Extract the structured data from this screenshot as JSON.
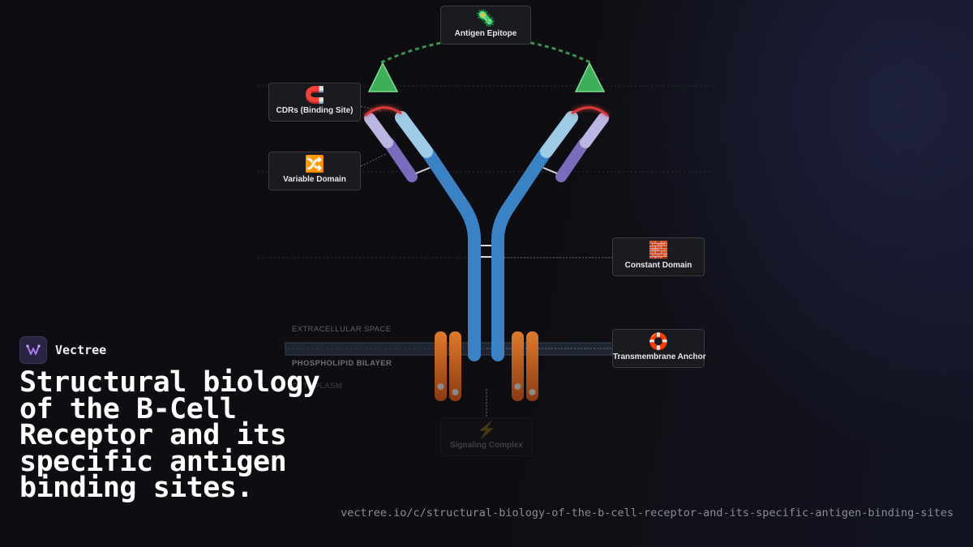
{
  "brand": {
    "name": "Vectree"
  },
  "title": "Structural biology of the B-Cell Receptor and its specific antigen binding sites.",
  "url": "vectree.io/c/structural-biology-of-the-b-cell-receptor-and-its-specific-antigen-binding-sites",
  "diagram": {
    "cards": {
      "antigen": {
        "icon": "🦠",
        "label": "Antigen Epitope"
      },
      "cdrs": {
        "icon": "🧲",
        "label": "CDRs (Binding Site)"
      },
      "variable": {
        "icon": "🔀",
        "label": "Variable Domain"
      },
      "constant": {
        "icon": "🧱",
        "label": "Constant Domain"
      },
      "anchor": {
        "icon": "🛟",
        "label": "Transmembrane Anchor"
      },
      "signaling": {
        "icon": "⚡",
        "label": "Signaling Complex"
      }
    },
    "layers": {
      "extracellular": "EXTRACELLULAR SPACE",
      "bilayer": "PHOSPHOLIPID BILAYER",
      "cytoplasm": "CYTOPLASM"
    }
  },
  "colors": {
    "heavy_chain": "#3b82c4",
    "light_chain": "#9ecbe6",
    "variable_light": "#7b6bbd",
    "cdr": "#d63b3b",
    "antigen": "#3fae5a",
    "transmembrane": "#e0742a",
    "accent": "#8b5cf6"
  }
}
